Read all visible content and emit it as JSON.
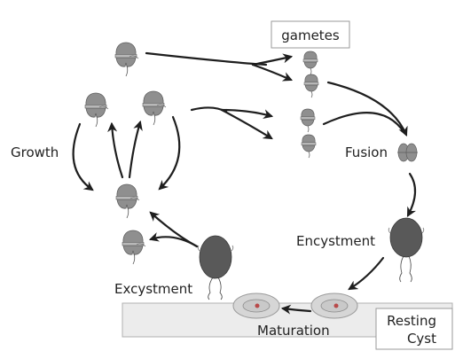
{
  "labels": {
    "gametes": "gametes",
    "growth": "Growth",
    "fusion": "Fusion",
    "encystment": "Encystment",
    "excystment": "Excystment",
    "maturation": "Maturation",
    "resting_cyst_line1": "Resting",
    "resting_cyst_line2": "Cyst"
  },
  "colors": {
    "cell_fill": "#8f8f8f",
    "cell_dark": "#595959",
    "cyst_fill": "#d6d6d6",
    "sediment": "#ececec",
    "arrow": "#1e1e1e",
    "nucleus": "#b84a4a"
  }
}
